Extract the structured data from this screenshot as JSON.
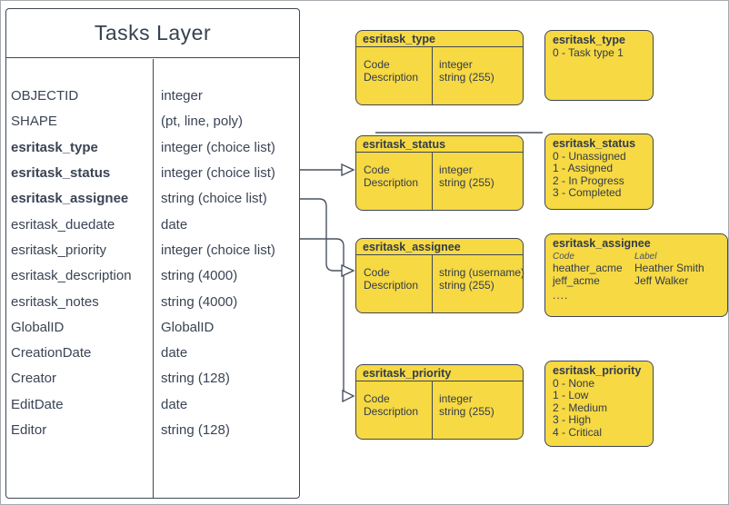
{
  "colors": {
    "box_fill": "#f6d943",
    "box_border": "#3e4757",
    "text": "#3a4455",
    "connector": "#4a5260"
  },
  "tasks_layer": {
    "title": "Tasks Layer",
    "fields": [
      {
        "name": "OBJECTID",
        "type": "integer",
        "bold": false
      },
      {
        "name": "SHAPE",
        "type": "(pt, line, poly)",
        "bold": false
      },
      {
        "name": "esritask_type",
        "type": "integer (choice list)",
        "bold": true
      },
      {
        "name": "esritask_status",
        "type": "integer (choice list)",
        "bold": true
      },
      {
        "name": "esritask_assignee",
        "type": "string (choice list)",
        "bold": true
      },
      {
        "name": "esritask_duedate",
        "type": "date",
        "bold": false
      },
      {
        "name": "esritask_priority",
        "type": "integer (choice list)",
        "bold": false
      },
      {
        "name": "esritask_description",
        "type": "string (4000)",
        "bold": false
      },
      {
        "name": "esritask_notes",
        "type": "string (4000)",
        "bold": false
      },
      {
        "name": "GlobalID",
        "type": "GlobalID",
        "bold": false
      },
      {
        "name": "CreationDate",
        "type": "date",
        "bold": false
      },
      {
        "name": "Creator",
        "type": "string (128)",
        "bold": false
      },
      {
        "name": "EditDate",
        "type": "date",
        "bold": false
      },
      {
        "name": "Editor",
        "type": "string (128)",
        "bold": false
      }
    ]
  },
  "code_tables": [
    {
      "title": "esritask_type",
      "rows": [
        [
          "Code",
          "integer"
        ],
        [
          "Description",
          "string (255)"
        ]
      ]
    },
    {
      "title": "esritask_status",
      "rows": [
        [
          "Code",
          "integer"
        ],
        [
          "Description",
          "string (255)"
        ]
      ]
    },
    {
      "title": "esritask_assignee",
      "rows": [
        [
          "Code",
          "string  (username)"
        ],
        [
          "Description",
          "string (255)"
        ]
      ]
    },
    {
      "title": "esritask_priority",
      "rows": [
        [
          "Code",
          "integer"
        ],
        [
          "Description",
          "string (255)"
        ]
      ]
    }
  ],
  "domain_boxes": [
    {
      "title": "esritask_type",
      "values": [
        "0 - Task type 1"
      ]
    },
    {
      "title": "esritask_status",
      "values": [
        "0 - Unassigned",
        "1 - Assigned",
        "2 - In Progress",
        "3 - Completed"
      ]
    },
    {
      "title": "esritask_assignee",
      "table": {
        "columns": [
          "Code",
          "Label"
        ],
        "rows": [
          [
            "heather_acme",
            "Heather Smith"
          ],
          [
            "jeff_acme",
            "Jeff Walker"
          ]
        ],
        "more": "...."
      }
    },
    {
      "title": "esritask_priority",
      "values": [
        "0 - None",
        "1 - Low",
        "2 - Medium",
        "3 - High",
        "4 - Critical"
      ]
    }
  ]
}
